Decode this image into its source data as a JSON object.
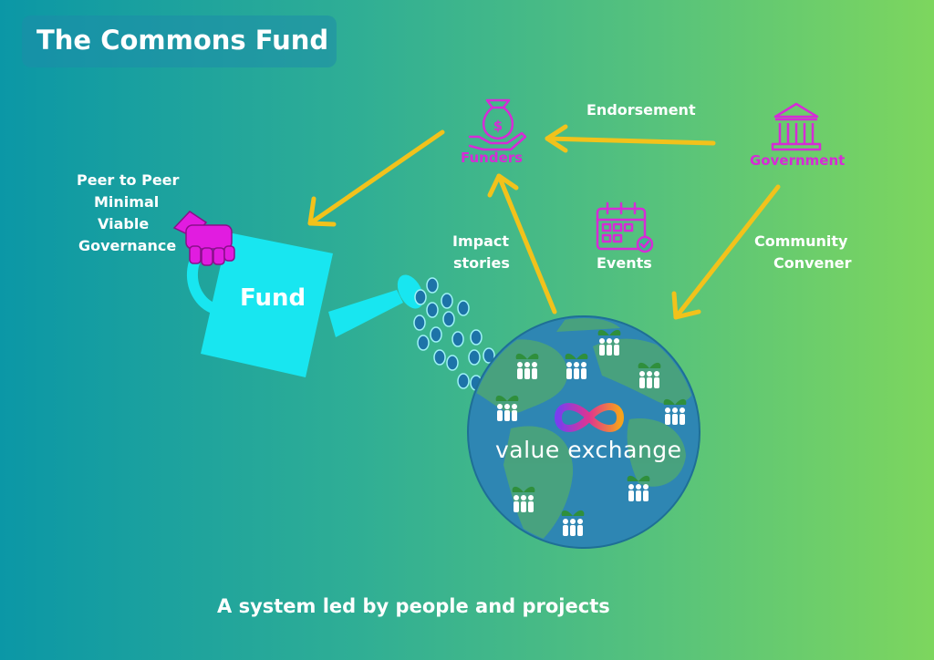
{
  "title": "The Commons Fund",
  "footer": "A system led by people and projects",
  "nodes": {
    "funders": "Funders",
    "government": "Government",
    "fund": "Fund",
    "value_exchange": "value exchange"
  },
  "labels": {
    "endorsement": "Endorsement",
    "impact_stories": [
      "Impact",
      "stories"
    ],
    "events": "Events",
    "community_convener": [
      "Community",
      "Convener"
    ],
    "governance": [
      "Peer to Peer",
      "Minimal",
      "Viable",
      "Governance"
    ]
  },
  "icons": {
    "funders": "money-bag-hand-icon",
    "government": "bank-building-icon",
    "events": "calendar-check-icon",
    "fund": "watering-can-icon",
    "hand": "fist-hand-icon",
    "globe": "globe-icon",
    "infinity": "infinity-icon"
  },
  "colors": {
    "arrow": "#f2c21b",
    "accent": "#d62bd6",
    "can": "#18e6f0",
    "globe_water": "#2e86b3",
    "globe_land": "#4aa37c",
    "text": "#ffffff"
  }
}
